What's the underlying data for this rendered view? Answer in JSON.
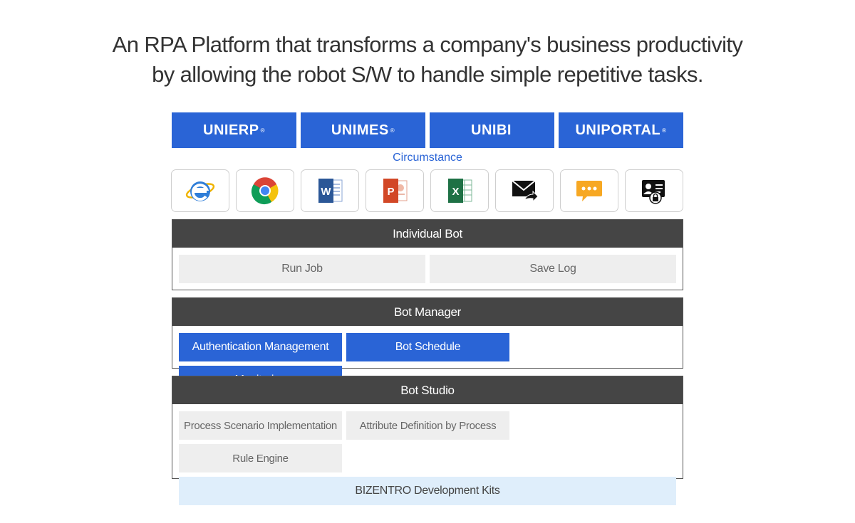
{
  "headline": {
    "line1": "An RPA Platform that transforms a company's business productivity",
    "line2": "by allowing the robot S/W to handle simple repetitive tasks."
  },
  "products": [
    {
      "name": "UNIERP",
      "mark": "®"
    },
    {
      "name": "UNIMES",
      "mark": "®"
    },
    {
      "name": "UNIBI",
      "mark": ""
    },
    {
      "name": "UNIPORTAL",
      "mark": "®"
    }
  ],
  "circumstance_label": "Circumstance",
  "apps": [
    {
      "icon": "internet-explorer-icon"
    },
    {
      "icon": "chrome-icon"
    },
    {
      "icon": "word-icon"
    },
    {
      "icon": "powerpoint-icon"
    },
    {
      "icon": "excel-icon"
    },
    {
      "icon": "email-forward-icon"
    },
    {
      "icon": "chat-bubble-icon"
    },
    {
      "icon": "secure-id-card-icon"
    }
  ],
  "individual_bot": {
    "title": "Individual Bot",
    "items": [
      "Run Job",
      "Save Log"
    ]
  },
  "bot_manager": {
    "title": "Bot Manager",
    "items": [
      "Authentication Management",
      "Bot Schedule",
      "Monitoring"
    ]
  },
  "bot_studio": {
    "title": "Bot Studio",
    "items": [
      "Process Scenario Implementation",
      "Attribute Definition by Process",
      "Rule Engine"
    ],
    "kits": "BIZENTRO Development Kits"
  },
  "colors": {
    "accent_blue": "#2a64d6",
    "header_dark": "#454545",
    "cell_gray": "#eeeeee",
    "cell_light_blue": "#dfeefb"
  }
}
